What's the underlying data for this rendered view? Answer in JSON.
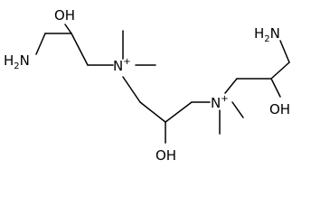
{
  "molecule": {
    "atom_labels": {
      "oh_top_left": "OH",
      "nh2_left": "H2N",
      "n_plus_left": "N+",
      "oh_middle": "OH",
      "n_plus_right": "N+",
      "nh2_right": "H2N",
      "oh_right": "OH"
    },
    "colors": {
      "bond": "#000000",
      "text": "#000000",
      "background": "#ffffff"
    }
  }
}
